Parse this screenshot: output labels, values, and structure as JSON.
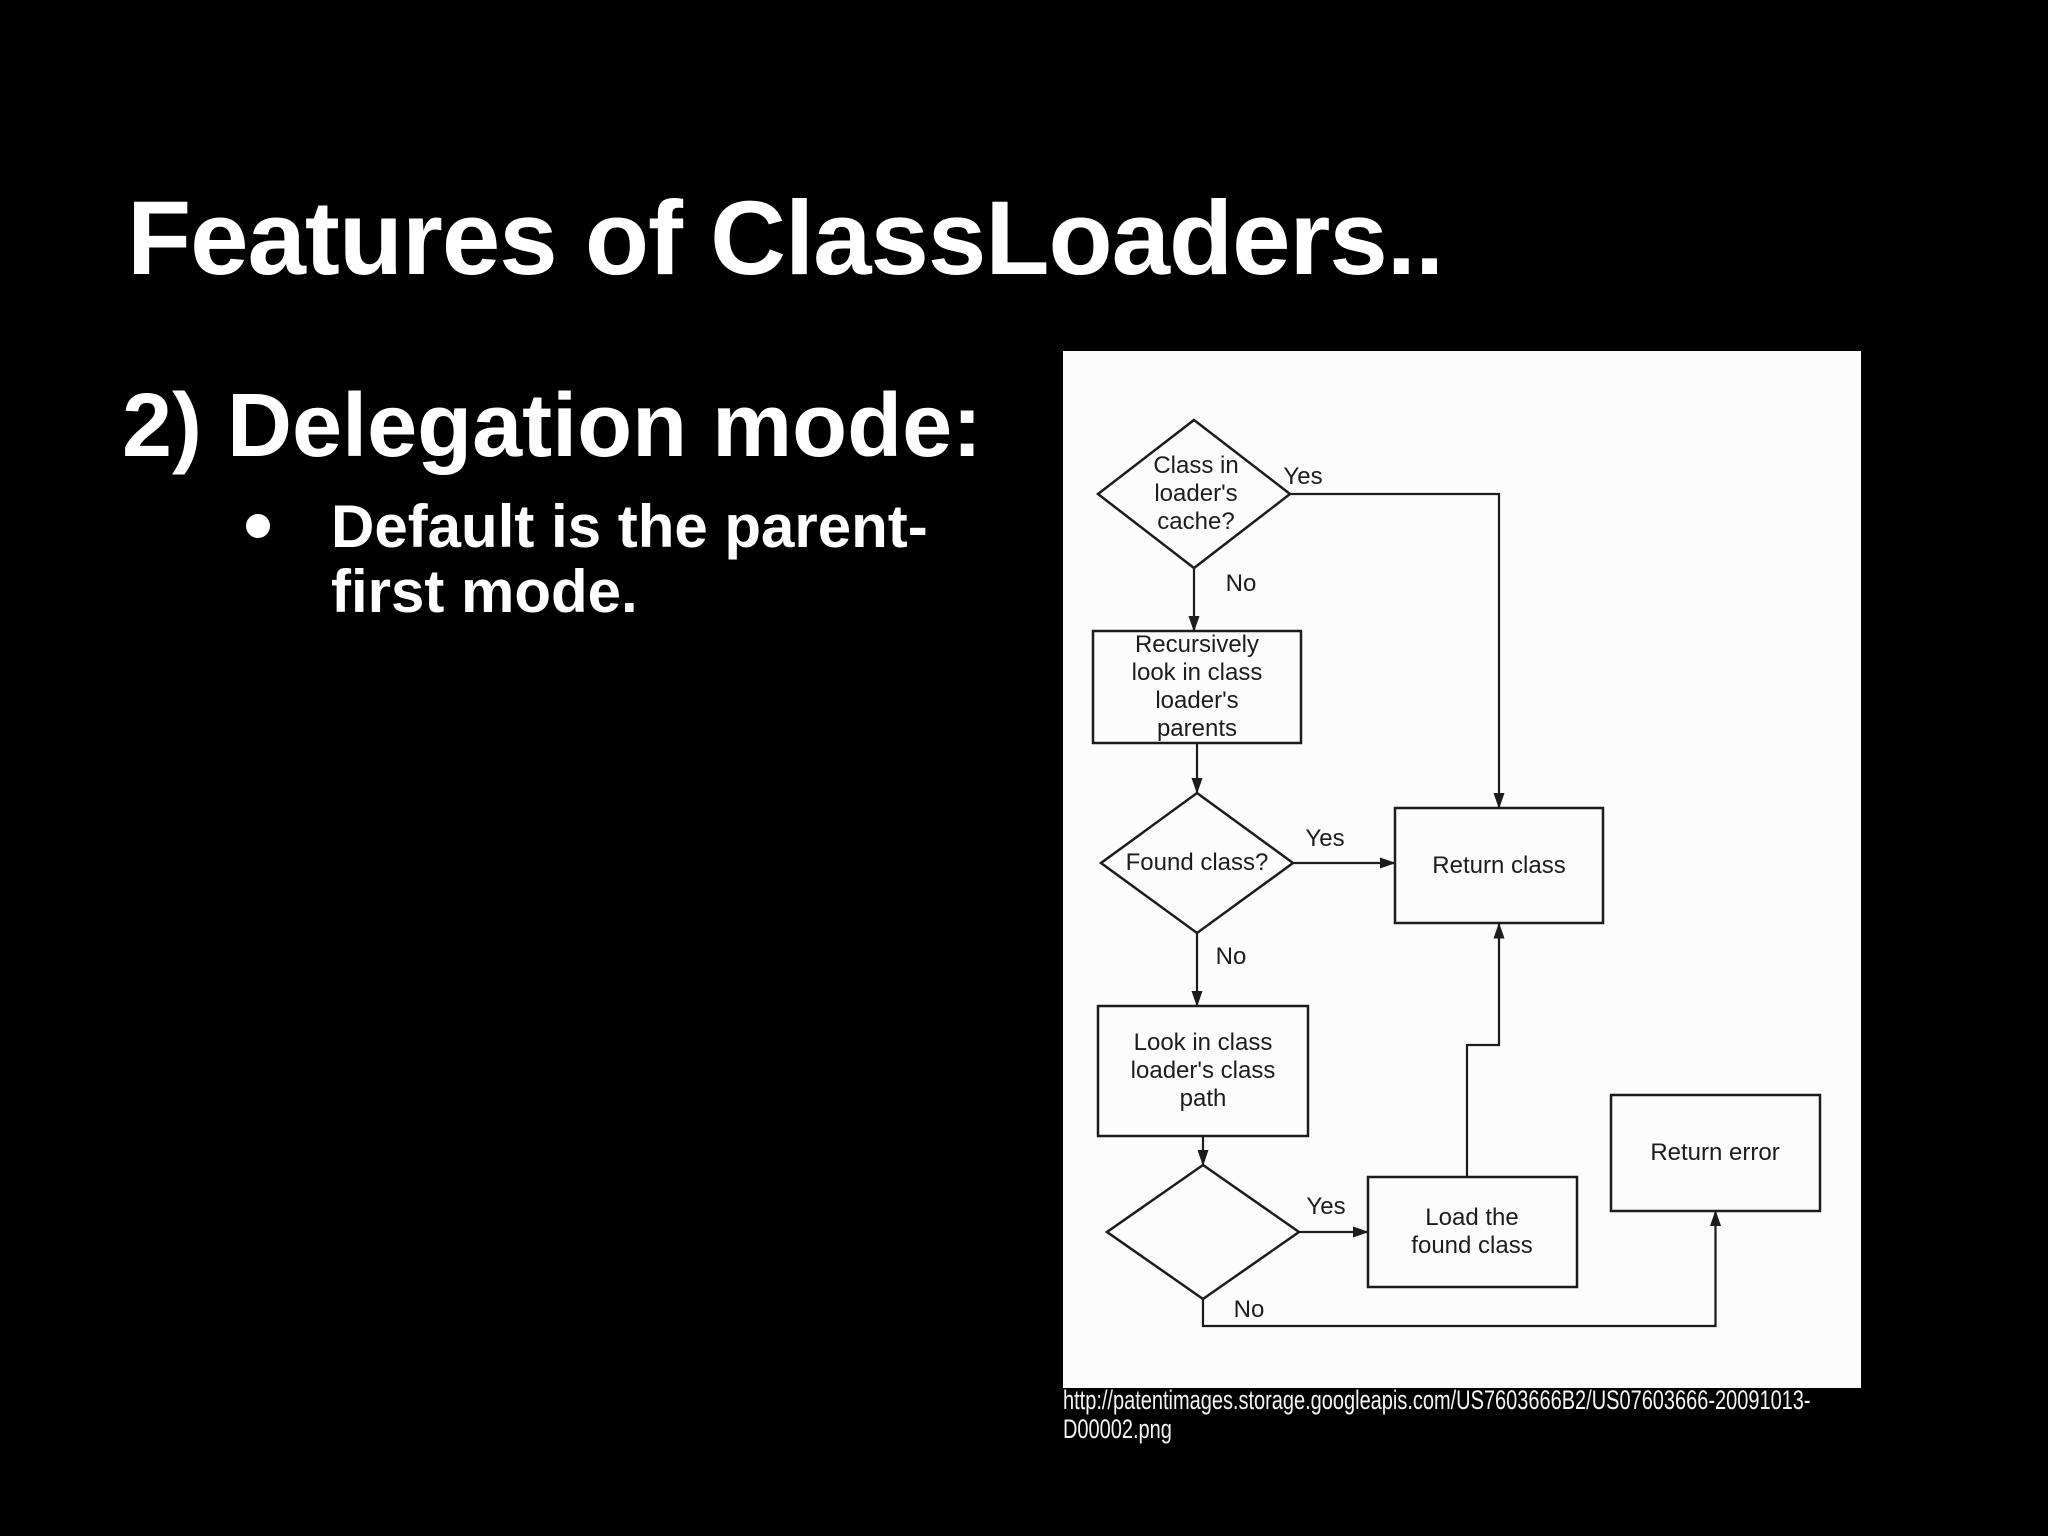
{
  "slide": {
    "title": "Features of ClassLoaders..",
    "heading": "2) Delegation mode:",
    "bullet": {
      "marker": "",
      "lines": [
        "Default is the parent-",
        "first mode."
      ]
    },
    "caption_lines": [
      "http://patentimages.storage.googleapis.com/US7603666B2/US07603666-20091013-",
      "D00002.png"
    ]
  },
  "flowchart": {
    "nodes": {
      "cache_decision": "Class in\nloader's\ncache?",
      "recurse_parents": "Recursively\nlook in class\nloader's\nparents",
      "found_class_1": "Found class?",
      "look_classpath": "Look in class\nloader's class\npath",
      "return_class": "Return class",
      "load_found": "Load the\nfound class",
      "return_error": "Return error"
    },
    "labels": {
      "yes1": "Yes",
      "no1": "No",
      "yes2": "Yes",
      "no2": "No",
      "yes3": "Yes",
      "no3": "No"
    },
    "colors": {
      "background": "#000000",
      "text": "#ffffff",
      "panel_bg": "#fcfcfc",
      "line": "#1c1c1c"
    }
  }
}
